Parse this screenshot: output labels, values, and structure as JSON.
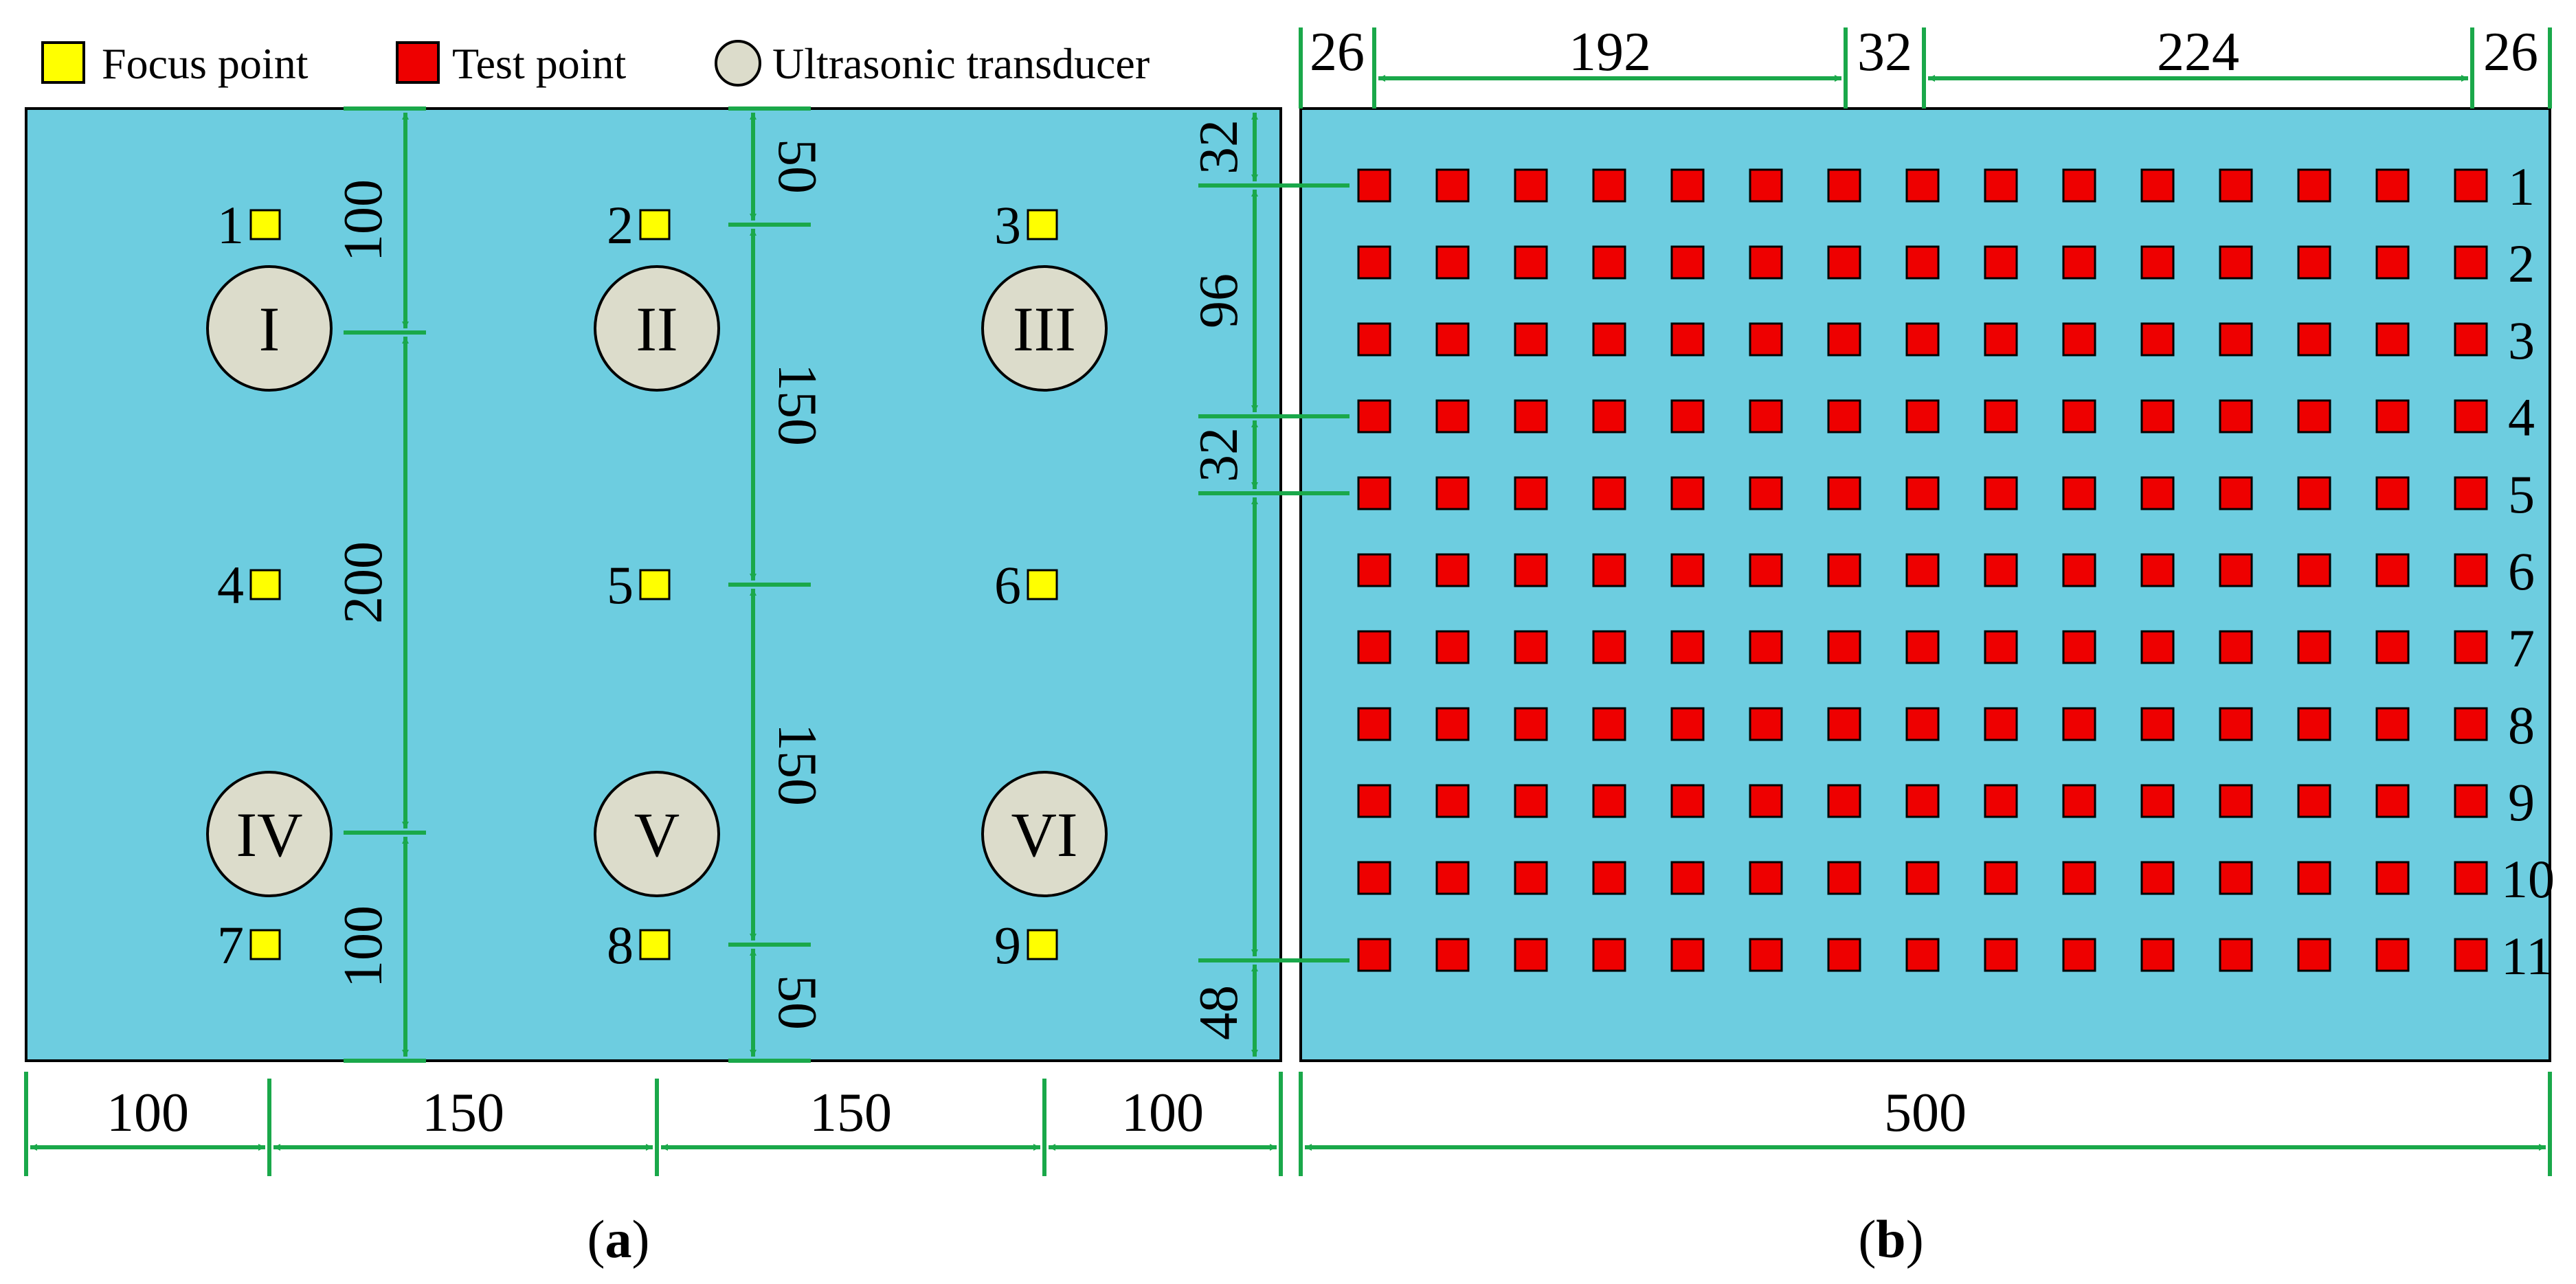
{
  "legend": {
    "focus_label": "Focus point",
    "test_label": "Test point",
    "transducer_label": "Ultrasonic transducer"
  },
  "colors": {
    "panel_fill": "#6dcde0",
    "dimension_green": "#1aa84a",
    "focus_point": "#ffff00",
    "test_point": "#ee0000",
    "transducer_fill": "#dcdccb"
  },
  "panel_a": {
    "caption": "a",
    "transducers": [
      "I",
      "II",
      "III",
      "IV",
      "V",
      "VI"
    ],
    "focus_points": [
      "1",
      "2",
      "3",
      "4",
      "5",
      "6",
      "7",
      "8",
      "9"
    ],
    "dimensions": {
      "bottom": [
        "100",
        "150",
        "150",
        "100"
      ],
      "col_a": [
        "100",
        "200",
        "100"
      ],
      "col_b": [
        "50",
        "150",
        "150",
        "50"
      ]
    }
  },
  "panel_b": {
    "caption": "b",
    "top_dimensions": [
      "26",
      "192",
      "32",
      "224",
      "26"
    ],
    "left_dimensions": [
      "32",
      "96",
      "32",
      "48"
    ],
    "bottom_dimension": "500",
    "row_labels": [
      "1",
      "2",
      "3",
      "4",
      "5",
      "6",
      "7",
      "8",
      "9",
      "10",
      "11"
    ],
    "test_point_columns": 15
  }
}
